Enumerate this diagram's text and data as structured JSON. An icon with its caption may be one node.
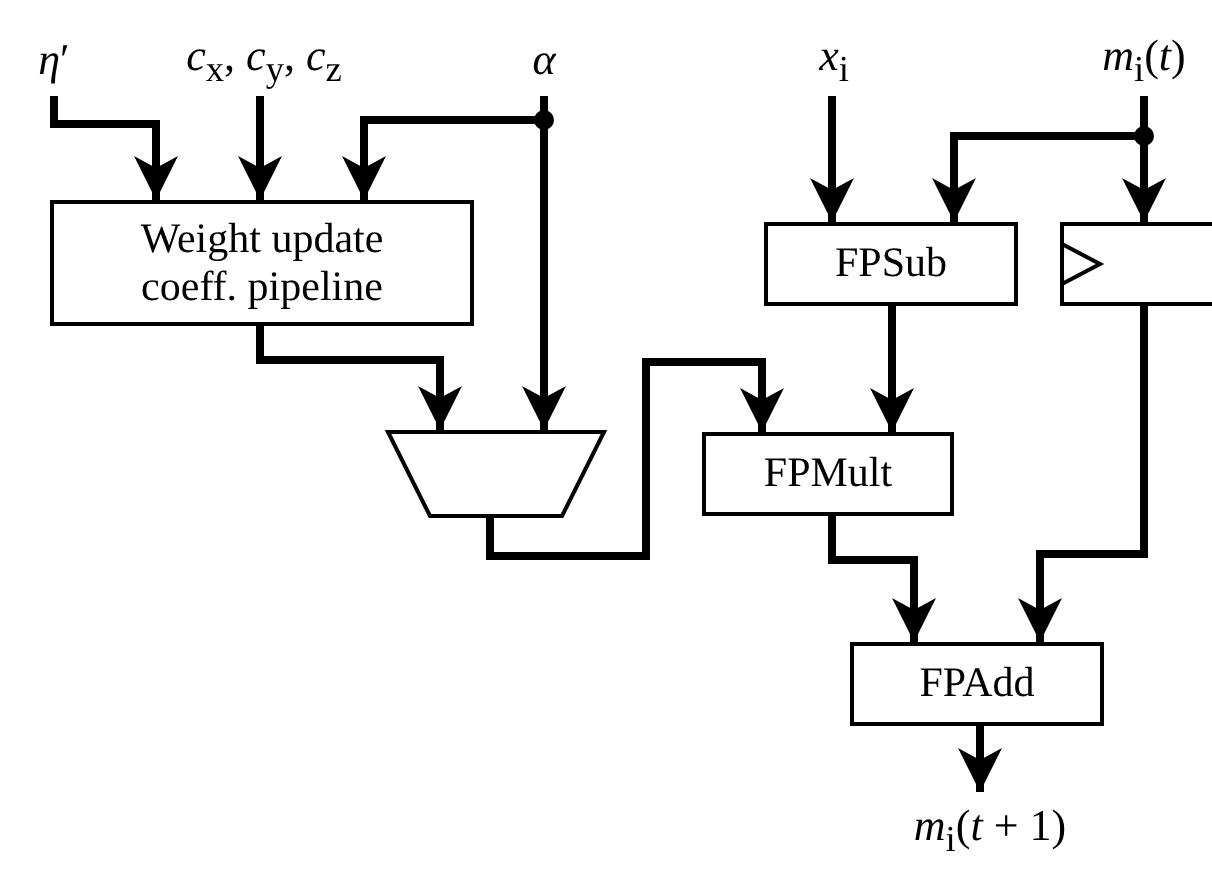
{
  "diagram": {
    "nodes": [
      {
        "text": [
          "*η*′"
        ]
      },
      {
        "text": [
          "*c*$_{x}$, *c*$_{y}$, *c*$_{z}$"
        ]
      },
      {
        "text": [
          "α"
        ]
      },
      {
        "text": [
          "*x*$_{i}$"
        ]
      },
      {
        "text": [
          "*m*$_{i}$(*t*)"
        ]
      },
      {
        "text": [
          "Weight update coeff. pipeline"
        ]
      },
      {
        "text": [],
        "shape": "trapezoid"
      },
      {
        "text": [
          "FPSub"
        ]
      },
      {
        "text": [],
        "shape": "box"
      },
      {
        "text": [
          "FPMult"
        ]
      },
      {
        "text": [
          "FPAdd"
        ]
      },
      {
        "text": [
          "*m*$_{i}$(*t* + 1)"
        ]
      }
    ],
    "edges": [
      {
        "from": 0,
        "to": 5,
        "arrow": "to"
      },
      {
        "from": 1,
        "to": 5,
        "arrow": "to"
      },
      {
        "from": 2,
        "to": 5,
        "arrow": "to"
      },
      {
        "from": 2,
        "to": 6,
        "arrow": "to"
      },
      {
        "from": 5,
        "to": 6,
        "arrow": "to"
      },
      {
        "from": 6,
        "to": 9,
        "arrow": "to"
      },
      {
        "from": 3,
        "to": 7,
        "arrow": "to"
      },
      {
        "from": 4,
        "to": 7,
        "arrow": "to"
      },
      {
        "from": 4,
        "to": 8,
        "arrow": "to"
      },
      {
        "from": 7,
        "to": 9,
        "arrow": "to"
      },
      {
        "from": 9,
        "to": 10,
        "arrow": "to"
      },
      {
        "from": 8,
        "to": 10,
        "arrow": "to"
      },
      {
        "from": 10,
        "to": 11,
        "arrow": "to"
      }
    ]
  }
}
